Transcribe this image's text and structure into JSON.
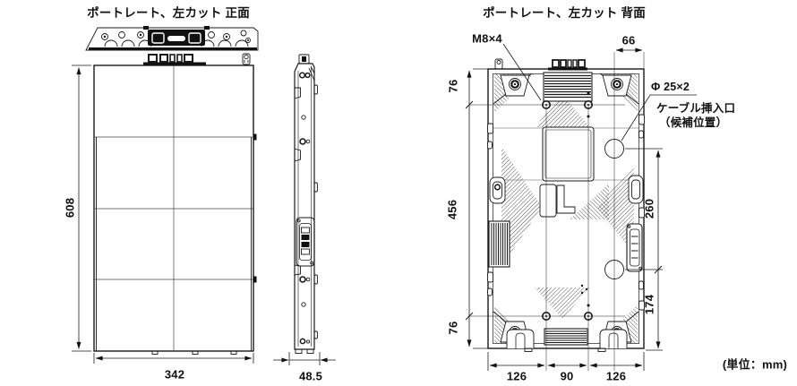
{
  "front": {
    "title": "ポートレート、左カット 正面",
    "height_mm": "608",
    "width_mm": "342"
  },
  "side": {
    "depth_mm": "48.5"
  },
  "rear": {
    "title": "ポートレート、左カット 背面",
    "screw_label": "M8×4",
    "top_right_offset_mm": "66",
    "left_top_mm": "76",
    "left_middle_mm": "456",
    "left_bottom_mm": "76",
    "right_upper_mm": "260",
    "right_lower_mm": "174",
    "bottom_left_mm": "126",
    "bottom_middle_mm": "90",
    "bottom_right_mm": "126",
    "hole_label": "Φ 25×2",
    "cable_label_line1": "ケーブル挿入口",
    "cable_label_line2": "（候補位置）"
  },
  "unit_note": "(単位：mm)",
  "colors": {
    "line": "#1a1a1a",
    "background": "#ffffff"
  }
}
